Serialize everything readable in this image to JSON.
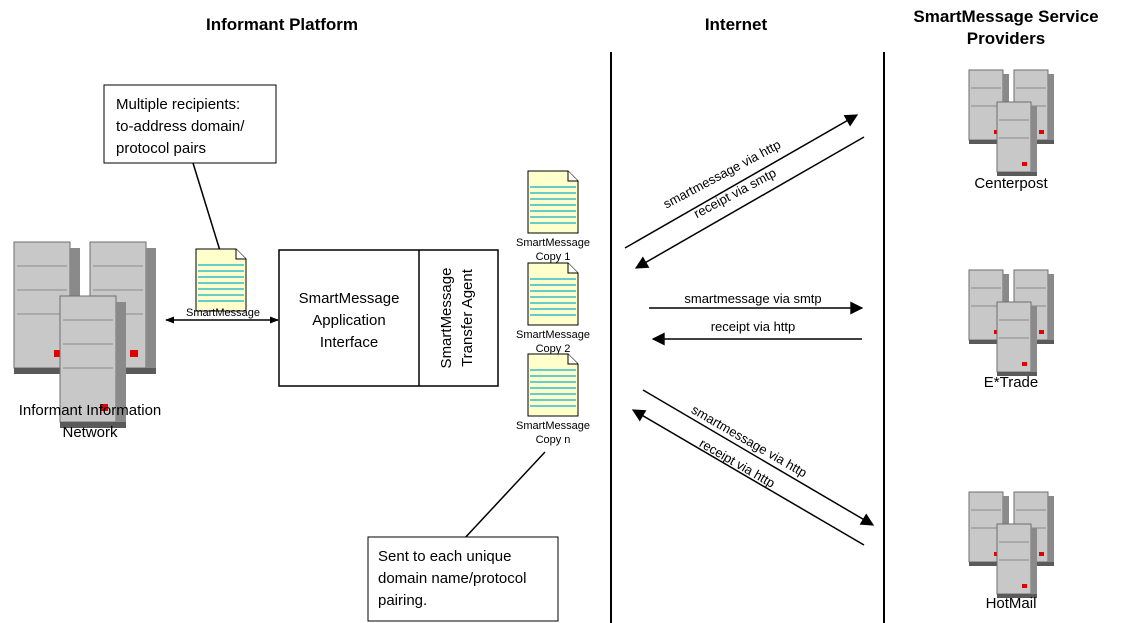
{
  "headers": {
    "platform": "Informant Platform",
    "internet": "Internet",
    "providers_line1": "SmartMessage Service",
    "providers_line2": "Providers"
  },
  "callouts": {
    "recipients": [
      "Multiple recipients:",
      "to-address domain/",
      "protocol pairs"
    ],
    "sent": [
      "Sent to each unique",
      "domain name/protocol",
      "pairing."
    ]
  },
  "network": {
    "label_line1": "Informant Information",
    "label_line2": "Network"
  },
  "smartmessage_doc_label": "SmartMessage",
  "api_box": [
    "SmartMessage",
    "Application",
    "Interface"
  ],
  "agent_box": [
    "SmartMessage",
    "Transfer Agent"
  ],
  "copies": [
    {
      "line1": "SmartMessage",
      "line2": "Copy 1"
    },
    {
      "line1": "SmartMessage",
      "line2": "Copy 2"
    },
    {
      "line1": "SmartMessage",
      "line2": "Copy n"
    }
  ],
  "flows": {
    "centerpost_out": "smartmessage via http",
    "centerpost_in": "receipt via smtp",
    "etrade_out": "smartmessage via smtp",
    "etrade_in": "receipt via http",
    "hotmail_out": "smartmessage via http",
    "hotmail_in": "receipt via http"
  },
  "providers": [
    {
      "name": "Centerpost"
    },
    {
      "name": "E*Trade"
    },
    {
      "name": "HotMail"
    }
  ],
  "colors": {
    "server_body": "#c0c0c0",
    "server_dark": "#808080",
    "led": "#e00000",
    "doc_fill": "#ffffcc",
    "doc_lines": "#66cccc"
  }
}
